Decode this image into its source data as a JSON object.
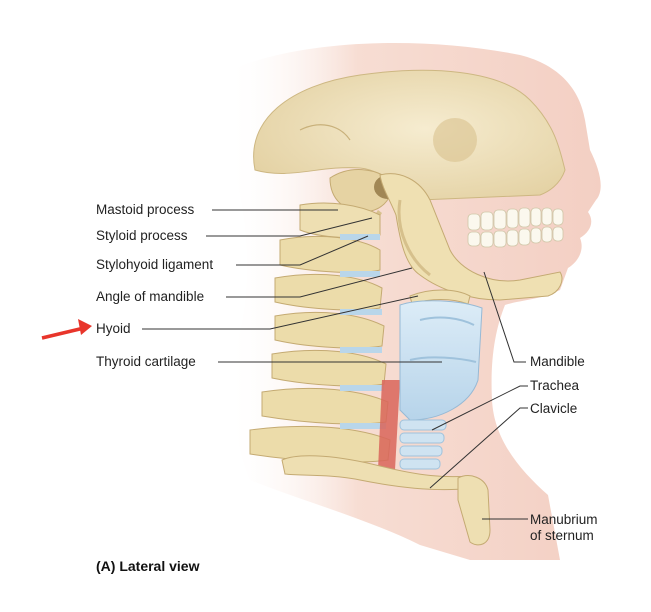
{
  "figure": {
    "caption": "(A) Lateral view",
    "labels_left": [
      {
        "id": "mastoid-process",
        "text": "Mastoid process"
      },
      {
        "id": "styloid-process",
        "text": "Styloid process"
      },
      {
        "id": "stylohyoid-ligament",
        "text": "Stylohyoid ligament"
      },
      {
        "id": "angle-of-mandible",
        "text": "Angle of mandible"
      },
      {
        "id": "hyoid",
        "text": "Hyoid"
      },
      {
        "id": "thyroid-cartilage",
        "text": "Thyroid cartilage"
      }
    ],
    "labels_right": [
      {
        "id": "mandible",
        "text": "Mandible"
      },
      {
        "id": "trachea",
        "text": "Trachea"
      },
      {
        "id": "clavicle",
        "text": "Clavicle"
      },
      {
        "id": "manubrium",
        "text": "Manubrium"
      },
      {
        "id": "of-sternum",
        "text": "of sternum"
      }
    ],
    "highlight_arrow": {
      "points_to": "Hyoid",
      "color": "#e8352b"
    },
    "colors": {
      "skin": "#f6d9cf",
      "bone": "#efe1b6",
      "cartilage": "#cde3f1",
      "trachea_red": "#d9655a"
    }
  }
}
